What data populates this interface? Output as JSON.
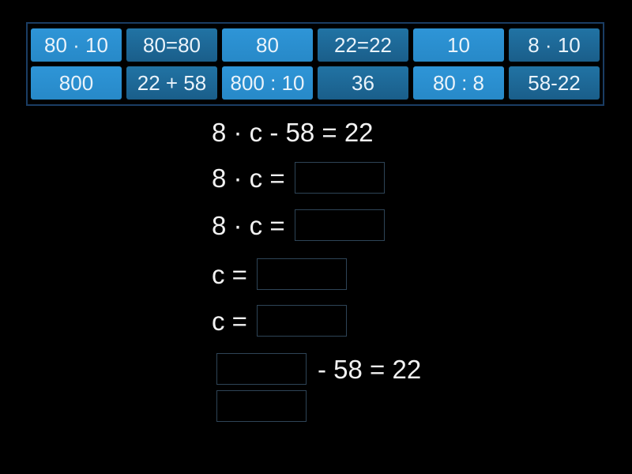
{
  "theme": {
    "background": "#000000",
    "tile_light_top": "#2e95d7",
    "tile_light_bottom": "#2789c8",
    "tile_dark_top": "#2173a4",
    "tile_dark_bottom": "#1a5e8a",
    "tile_text": "#eaf3fa",
    "board_border": "#1a3d64",
    "slot_border": "#2e4457",
    "equation_text": "#f2f2f2"
  },
  "tile_bank": {
    "tiles": [
      {
        "label": "80 · 10",
        "shade": "light"
      },
      {
        "label": "80=80",
        "shade": "dark"
      },
      {
        "label": "80",
        "shade": "light"
      },
      {
        "label": "22=22",
        "shade": "dark"
      },
      {
        "label": "10",
        "shade": "light"
      },
      {
        "label": "8 · 10",
        "shade": "dark"
      },
      {
        "label": "800",
        "shade": "light"
      },
      {
        "label": "22 + 58",
        "shade": "dark"
      },
      {
        "label": "800 : 10",
        "shade": "light"
      },
      {
        "label": "36",
        "shade": "dark"
      },
      {
        "label": "80 : 8",
        "shade": "light"
      },
      {
        "label": "58-22",
        "shade": "dark"
      }
    ]
  },
  "exercise": {
    "title": "8 · c - 58 = 22",
    "steps": [
      {
        "prefix": "8 · c ="
      },
      {
        "prefix": "8 · c ="
      },
      {
        "prefix": "c ="
      },
      {
        "prefix": "c ="
      },
      {
        "suffix": "- 58 = 22"
      },
      {}
    ]
  }
}
